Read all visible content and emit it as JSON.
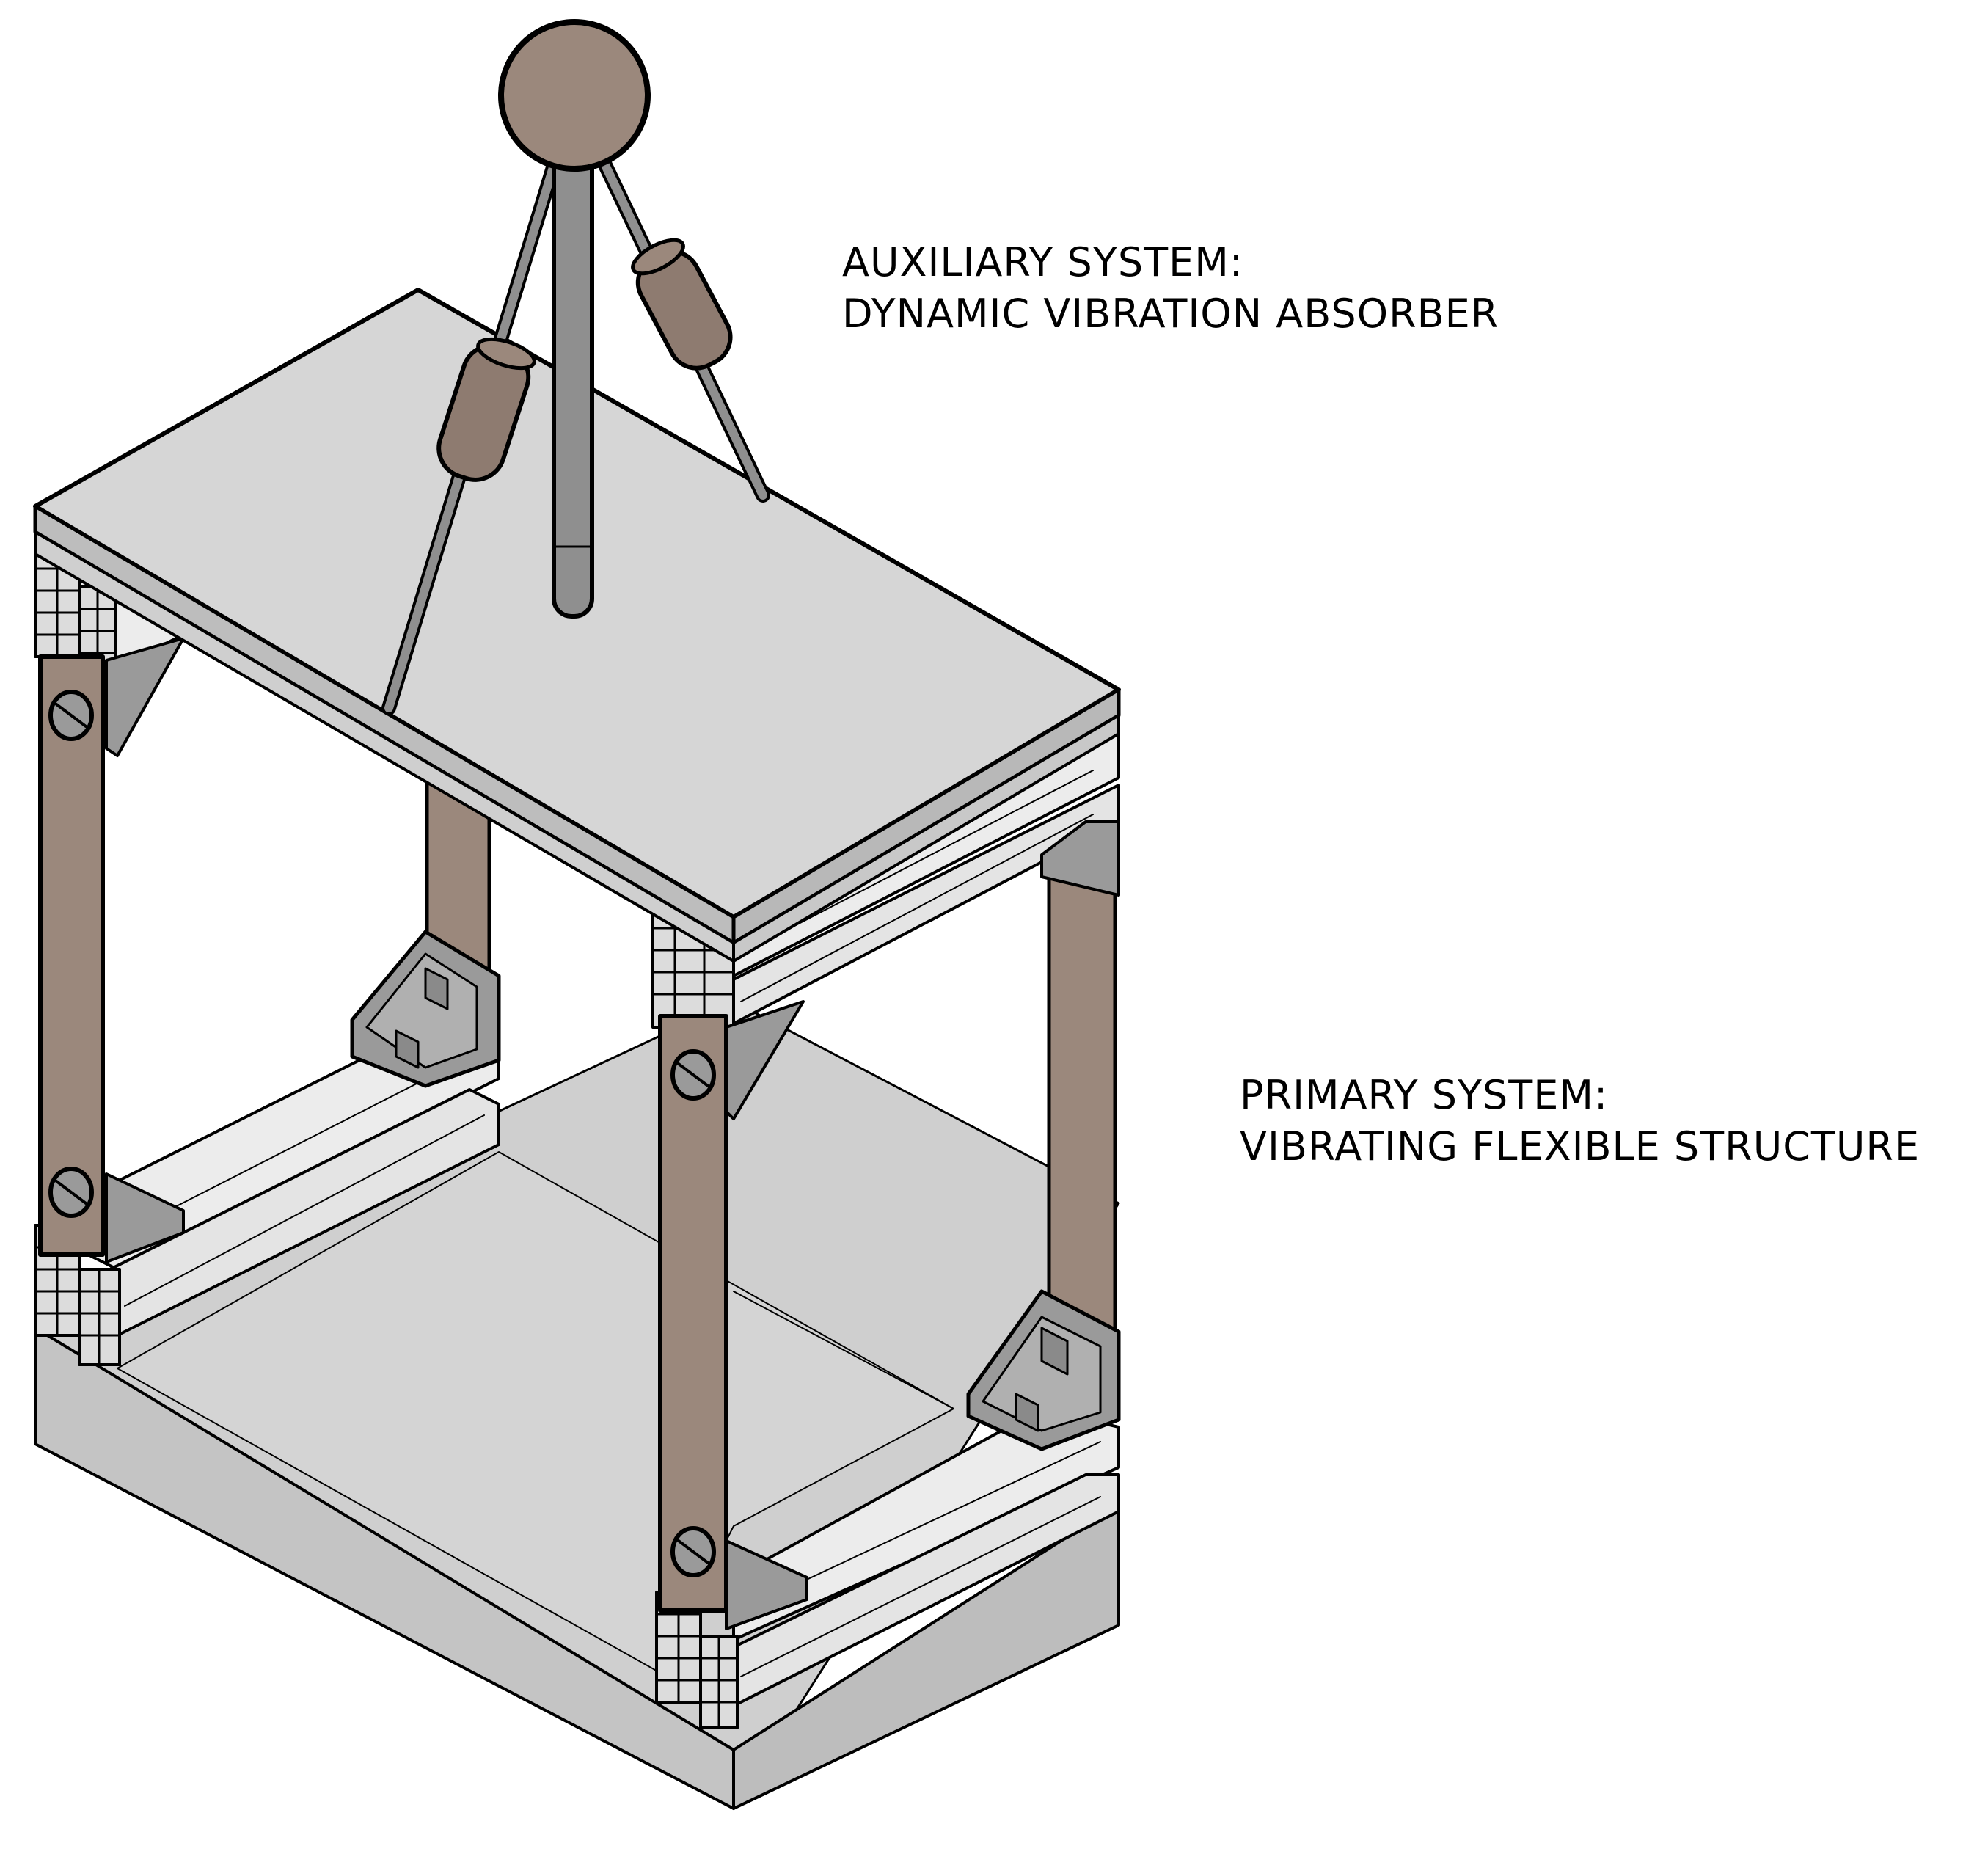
{
  "labels": {
    "auxiliary": {
      "line1": "AUXILIARY SYSTEM:",
      "line2": "DYNAMIC VIBRATION ABSORBER"
    },
    "primary": {
      "line1": "PRIMARY SYSTEM:",
      "line2": "VIBRATING FLEXIBLE STRUCTURE"
    }
  },
  "colors": {
    "outline": "#000000",
    "plate_top": "#d6d6d6",
    "plate_side": "#b8b8b8",
    "base_top": "#cfcfcf",
    "base_side_light": "#c4c4c4",
    "base_side_dark": "#bdbdbd",
    "profile_light": "#ececec",
    "profile_mid": "#d9d9d9",
    "bracket": "#9a9a9a",
    "bracket_light": "#b0b0b0",
    "column_brown": "#9b887c",
    "rod_grey": "#8f8f8f",
    "absorber_brown": "#8e7b70"
  },
  "icons": [
    "bolt-hole-icon",
    "corner-bracket-icon",
    "extrusion-end-icon"
  ]
}
